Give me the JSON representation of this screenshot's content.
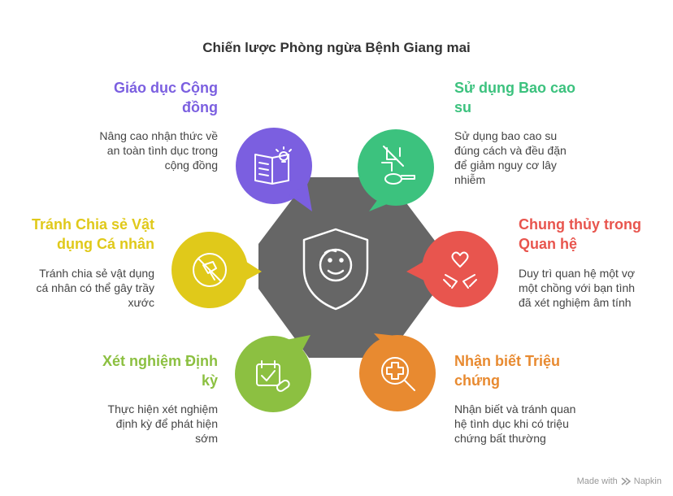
{
  "title": "Chiến lược Phòng ngừa Bệnh Giang mai",
  "colors": {
    "center": "#666666",
    "education": "#7B5FE0",
    "condom": "#3CC27E",
    "loyalty": "#E8554E",
    "symptoms": "#E88A30",
    "testing": "#8CC041",
    "sharing": "#E0C91A"
  },
  "items": {
    "education": {
      "label": "Giáo dục Cộng đồng",
      "label_lines": [
        "Giáo dục Cộng",
        "đồng"
      ],
      "desc_lines": [
        "Nâng cao nhận thức về",
        "an toàn tình dục trong",
        "cộng đồng"
      ],
      "icon": "book-lightbulb-icon"
    },
    "condom": {
      "label": "Sử dụng Bao cao su",
      "label_lines": [
        "Sử dụng Bao cao",
        "su"
      ],
      "desc_lines": [
        "Sử dụng bao cao su",
        "đúng cách và đều đặn",
        "để giảm nguy cơ lây",
        "nhiễm"
      ],
      "icon": "protection-icon"
    },
    "loyalty": {
      "label": "Chung thủy trong Quan hệ",
      "label_lines": [
        "Chung thủy trong",
        "Quan hệ"
      ],
      "desc_lines": [
        "Duy trì quan hệ một vợ",
        "một chồng với bạn tình",
        "đã xét nghiệm âm tính"
      ],
      "icon": "hands-heart-icon"
    },
    "symptoms": {
      "label": "Nhận biết Triệu chứng",
      "label_lines": [
        "Nhận biết Triệu",
        "chứng"
      ],
      "desc_lines": [
        "Nhận biết và tránh quan",
        "hệ tình dục khi có triệu",
        "chứng bất thường"
      ],
      "icon": "magnifier-cross-icon"
    },
    "testing": {
      "label": "Xét nghiệm Định kỳ",
      "label_lines": [
        "Xét nghiệm Định",
        "kỳ"
      ],
      "desc_lines": [
        "Thực hiện xét nghiệm",
        "định kỳ để phát hiện",
        "sớm"
      ],
      "icon": "calendar-pill-icon"
    },
    "sharing": {
      "label": "Tránh Chia sẻ Vật dụng Cá nhân",
      "label_lines": [
        "Tránh Chia sẻ Vật",
        "dụng Cá nhân"
      ],
      "desc_lines": [
        "Tránh chia sẻ vật dụng",
        "cá nhân có thể gây trầy",
        "xước"
      ],
      "icon": "no-razor-icon"
    }
  },
  "center_icon": "shield-face-icon",
  "footer": {
    "text": "Made with",
    "brand": "Napkin"
  }
}
